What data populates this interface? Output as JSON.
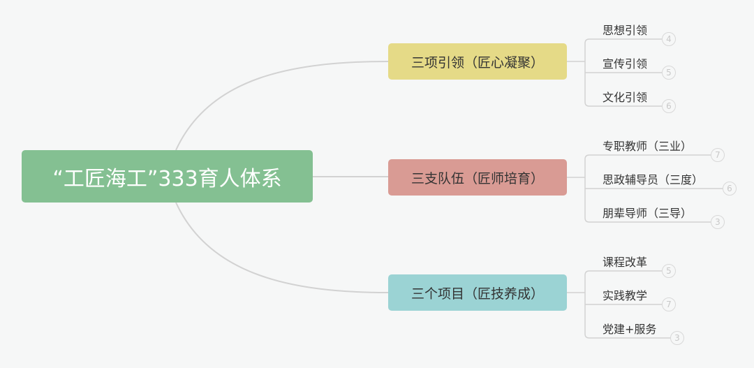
{
  "root": {
    "label": "“工匠海工”333育人体系",
    "color": "#84c092"
  },
  "branches": [
    {
      "label": "三项引领（匠心凝聚）",
      "color": "#e5da87",
      "children": [
        {
          "label": "思想引领",
          "count": "4"
        },
        {
          "label": "宣传引领",
          "count": "5"
        },
        {
          "label": "文化引领",
          "count": "6"
        }
      ]
    },
    {
      "label": "三支队伍（匠师培育）",
      "color": "#d99b94",
      "children": [
        {
          "label": "专职教师（三业）",
          "count": "7"
        },
        {
          "label": "思政辅导员（三度）",
          "count": "6"
        },
        {
          "label": "朋辈导师（三导）",
          "count": "3"
        }
      ]
    },
    {
      "label": "三个项目（匠技养成）",
      "color": "#9bd3d4",
      "children": [
        {
          "label": "课程改革",
          "count": "5"
        },
        {
          "label": "实践教学",
          "count": "7"
        },
        {
          "label": "党建+服务",
          "count": "3"
        }
      ]
    }
  ]
}
